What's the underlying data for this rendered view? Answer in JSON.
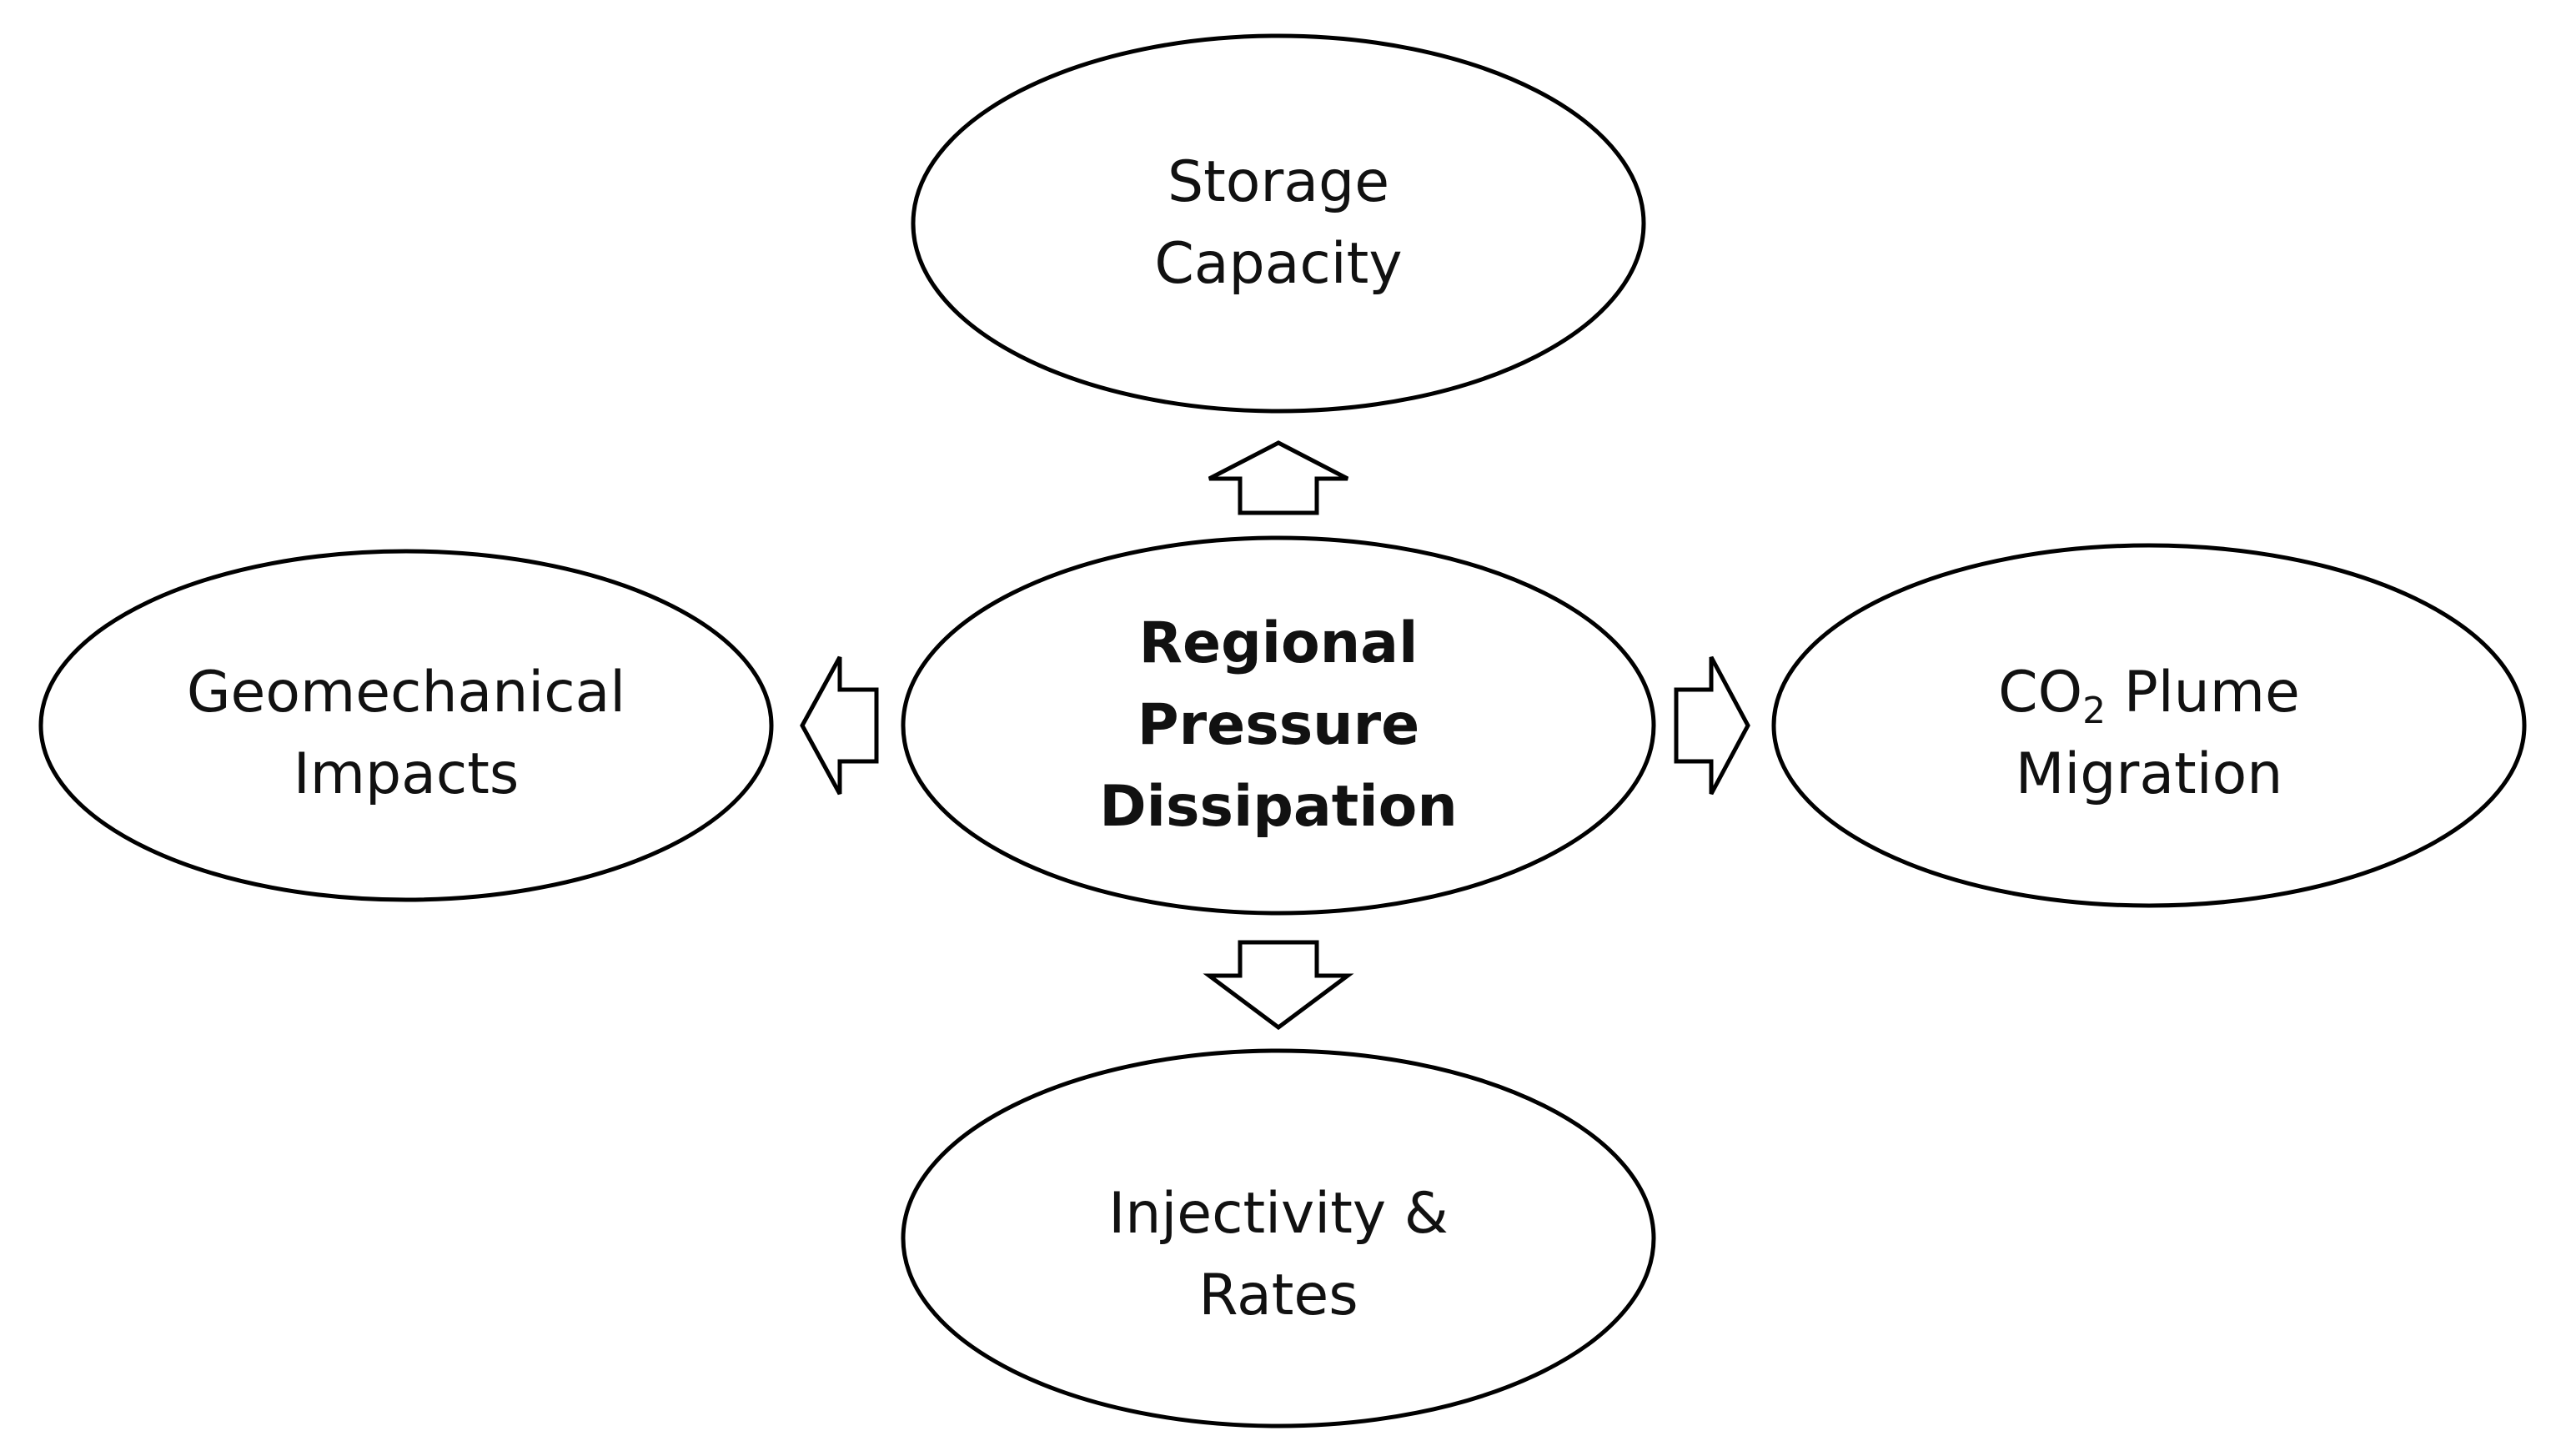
{
  "diagram": {
    "center": {
      "lines": [
        "Regional",
        "Pressure",
        "Dissipation"
      ]
    },
    "top": {
      "lines": [
        "Storage",
        "Capacity"
      ]
    },
    "left": {
      "lines": [
        "Geomechanical",
        "Impacts"
      ]
    },
    "right": {
      "line1_prefix": "CO",
      "line1_subscript": "2",
      "line1_suffix": " Plume",
      "line2": "Migration"
    },
    "bottom": {
      "lines": [
        "Injectivity &",
        "Rates"
      ]
    }
  }
}
